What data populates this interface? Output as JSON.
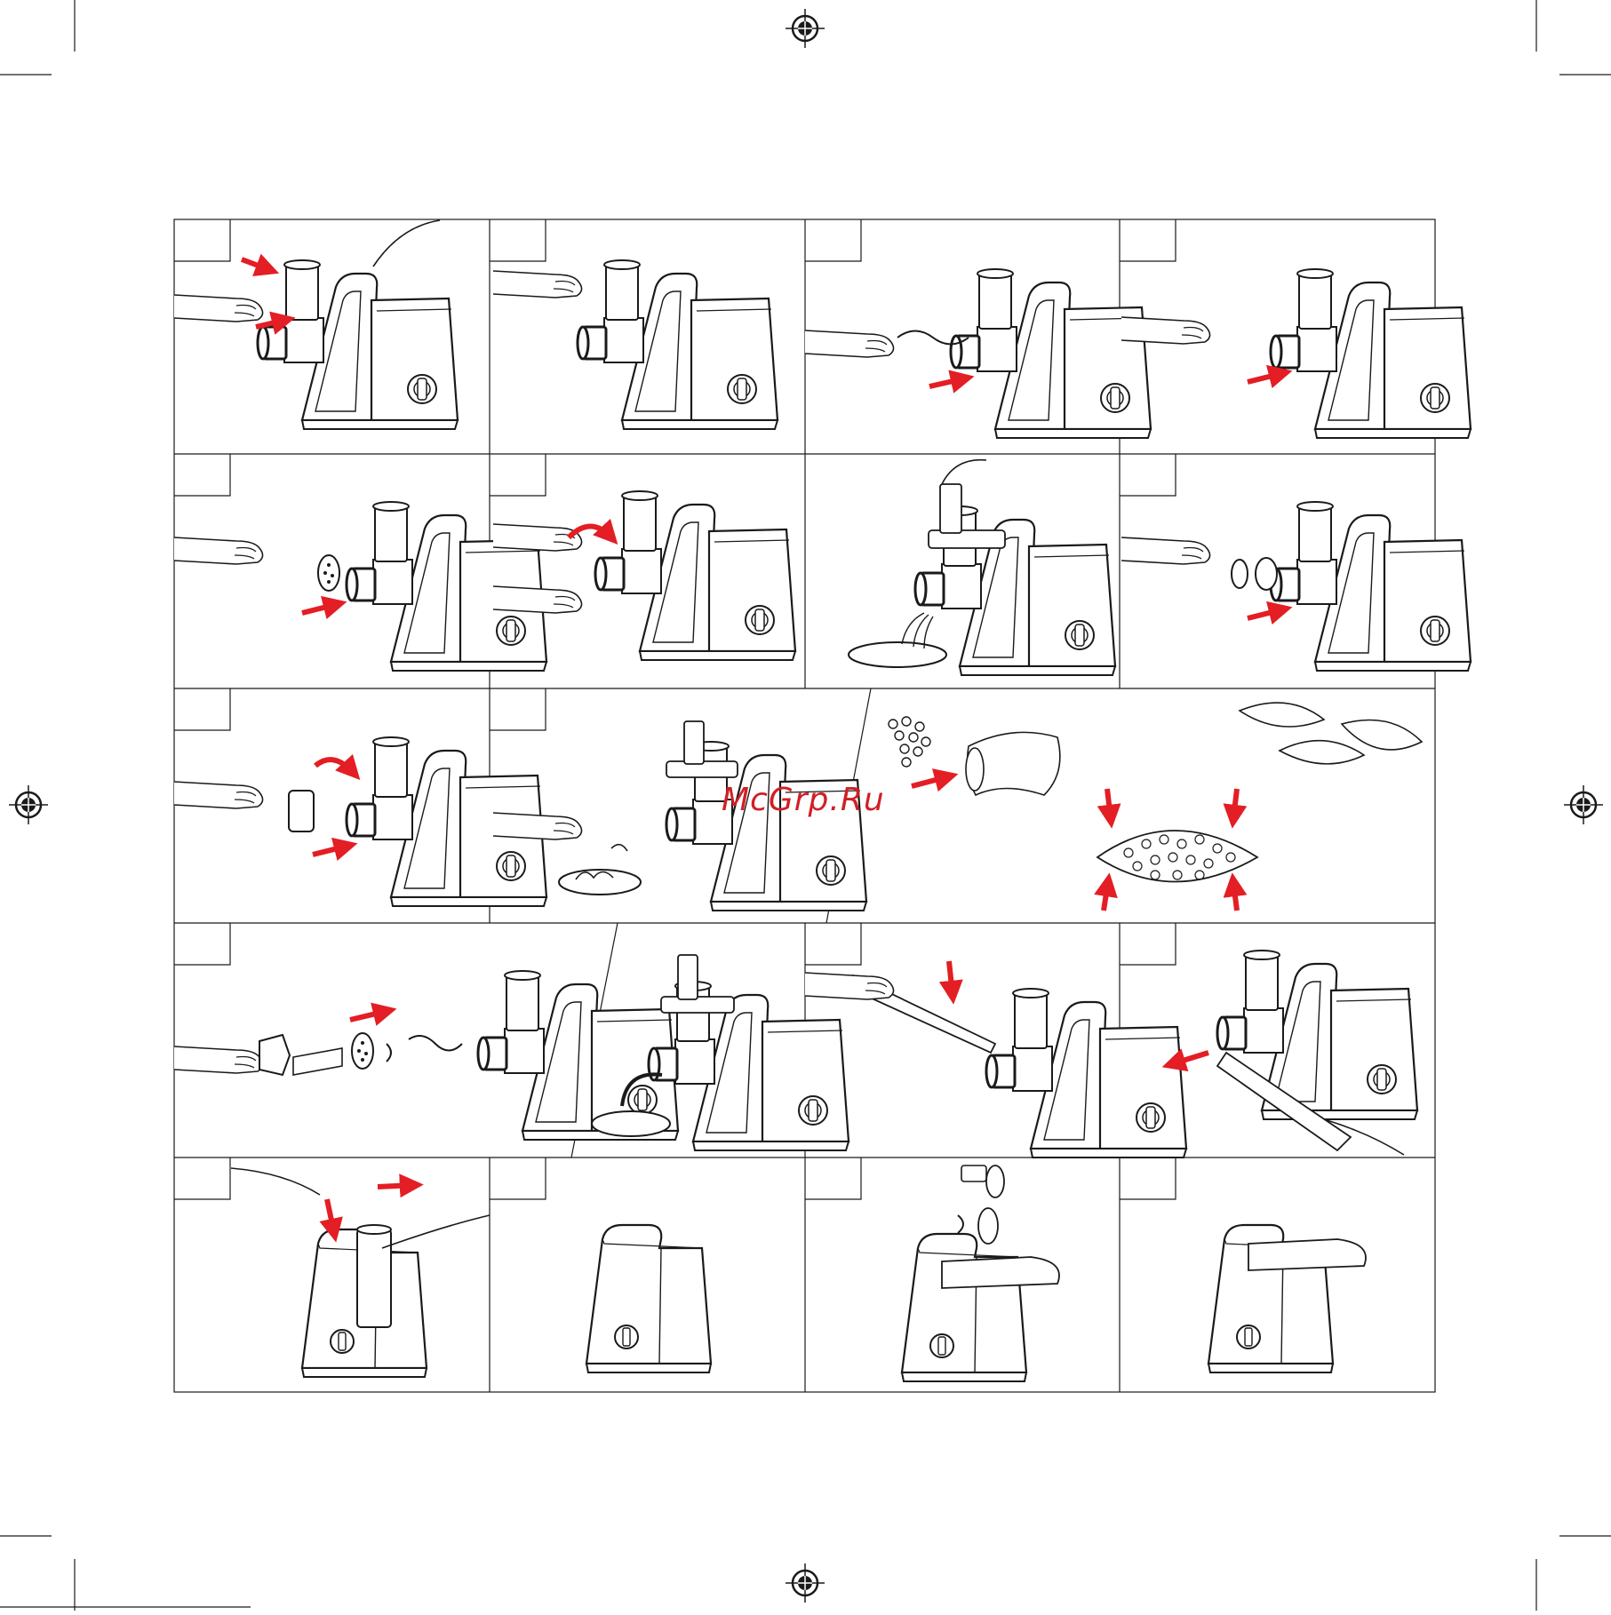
{
  "watermark": "McGrp.Ru",
  "colors": {
    "line": "#1a1a1a",
    "arrow": "#e31e24",
    "watermark": "#d01f25",
    "background": "#ffffff"
  },
  "grid": {
    "rows": 5,
    "columns": 4,
    "step_number_boxes": "empty"
  },
  "icons": [
    "registration-mark-icon",
    "crop-mark-icon",
    "meat-grinder-illustration",
    "hand-illustration",
    "red-arrow-icon"
  ]
}
